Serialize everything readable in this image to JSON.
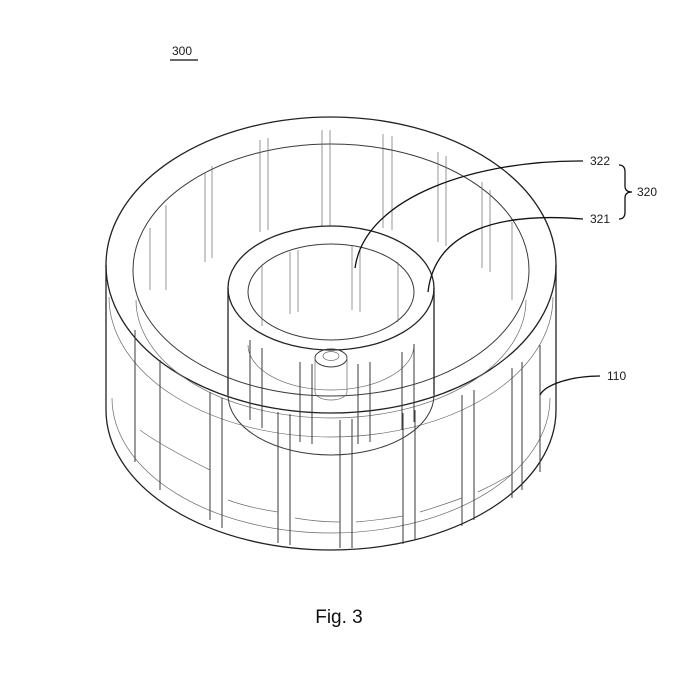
{
  "figure": {
    "caption": "Fig. 3",
    "labels": {
      "assembly": "300",
      "outer_wall": "110",
      "inner_group": "320",
      "inner_top": "322",
      "inner_bottom": "321"
    }
  },
  "colors": {
    "line": "#3a3a3a",
    "text": "#1a1a1a",
    "background": "#ffffff"
  }
}
